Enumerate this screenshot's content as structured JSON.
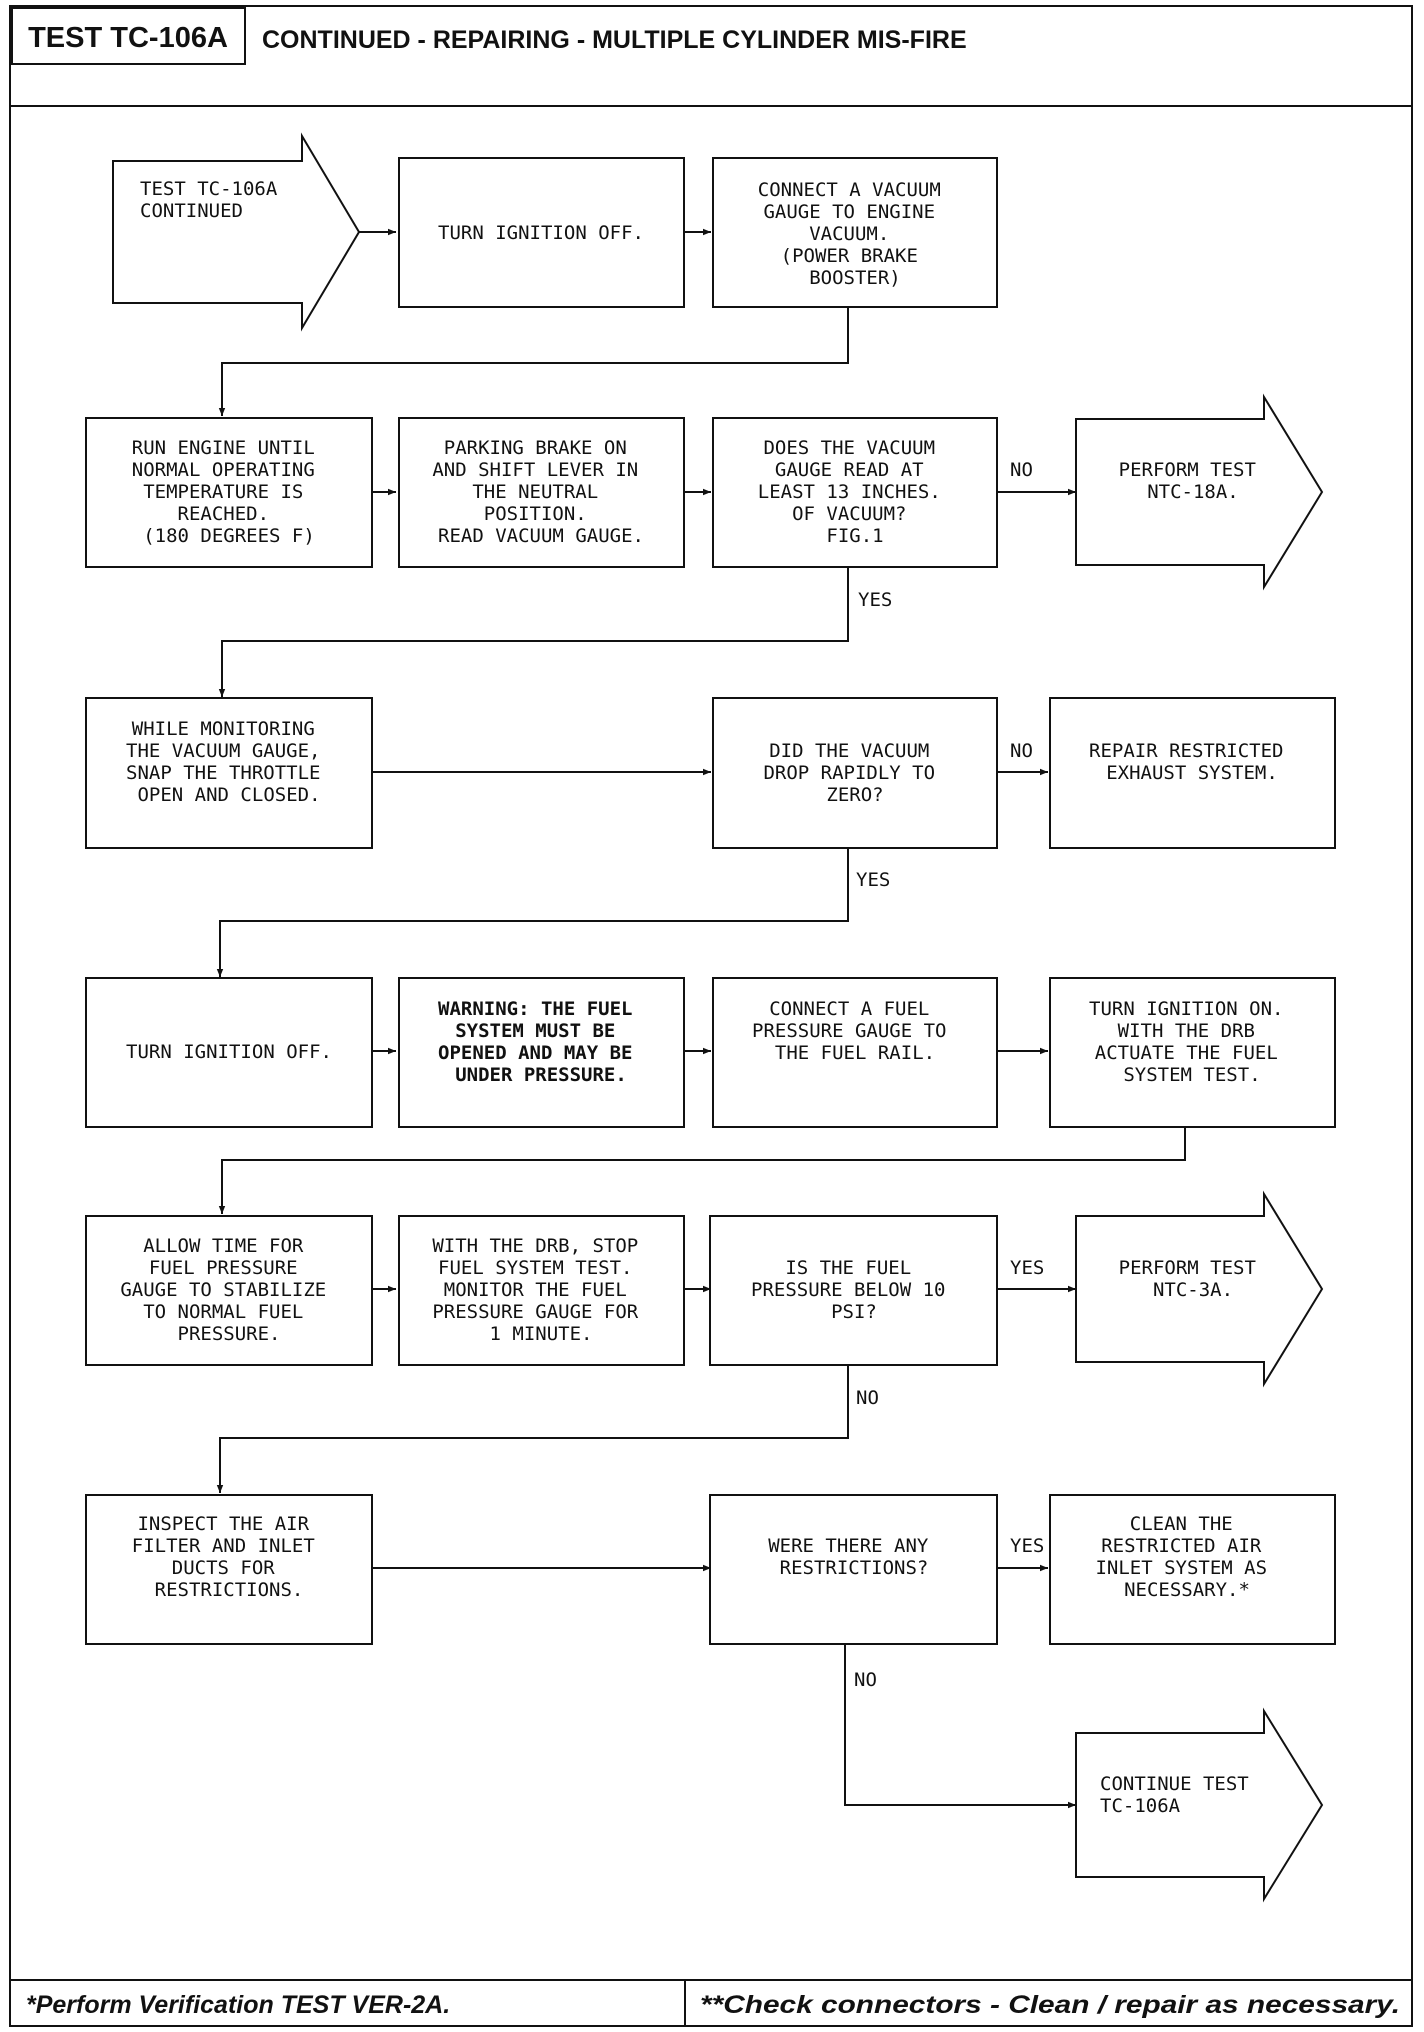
{
  "header": {
    "code": "TEST TC-106A",
    "title": "CONTINUED - REPAIRING - MULTIPLE CYLINDER MIS-FIRE"
  },
  "nodes": {
    "start": [
      "TEST TC-106A",
      "CONTINUED"
    ],
    "turn_off_1": [
      "TURN IGNITION OFF."
    ],
    "connect_vacuum": [
      "CONNECT A VACUUM",
      "GAUGE TO ENGINE",
      "VACUUM.",
      "(POWER BRAKE",
      "BOOSTER)"
    ],
    "run_engine": [
      "RUN ENGINE UNTIL",
      "NORMAL OPERATING",
      "TEMPERATURE IS",
      "REACHED.",
      "(180 DEGREES F)"
    ],
    "parking_brake": [
      "PARKING BRAKE ON",
      "AND SHIFT LEVER IN",
      "THE NEUTRAL",
      "POSITION.",
      "READ VACUUM GAUGE."
    ],
    "vacuum_13": [
      "DOES THE VACUUM",
      "GAUGE READ AT",
      "LEAST 13 INCHES.",
      "OF VACUUM?",
      "FIG.1"
    ],
    "perform_ntc18a": [
      "PERFORM TEST",
      "NTC-18A."
    ],
    "snap_throttle": [
      "WHILE MONITORING",
      "THE VACUUM GAUGE,",
      "SNAP THE THROTTLE",
      "OPEN AND CLOSED."
    ],
    "vacuum_drop": [
      "DID THE VACUUM",
      "DROP RAPIDLY TO",
      "ZERO?"
    ],
    "repair_exhaust": [
      "REPAIR RESTRICTED",
      "EXHAUST SYSTEM."
    ],
    "turn_off_2": [
      "TURN IGNITION OFF."
    ],
    "warning": [
      "WARNING: THE FUEL",
      "SYSTEM MUST BE",
      "OPENED AND MAY BE",
      "UNDER PRESSURE."
    ],
    "connect_fuel": [
      "CONNECT A FUEL",
      "PRESSURE GAUGE TO",
      "THE FUEL RAIL."
    ],
    "turn_on": [
      "TURN IGNITION ON.",
      "WITH THE DRB",
      "ACTUATE THE FUEL",
      "SYSTEM TEST."
    ],
    "allow_time": [
      "ALLOW TIME FOR",
      "FUEL PRESSURE",
      "GAUGE TO STABILIZE",
      "TO NORMAL FUEL",
      "PRESSURE."
    ],
    "stop_test": [
      "WITH THE DRB, STOP",
      "FUEL SYSTEM TEST.",
      "MONITOR THE FUEL",
      "PRESSURE GAUGE FOR",
      "1 MINUTE."
    ],
    "fuel_below": [
      "IS THE FUEL",
      "PRESSURE BELOW 10",
      "PSI?"
    ],
    "perform_ntc3a": [
      "PERFORM TEST",
      "NTC-3A."
    ],
    "inspect_air": [
      "INSPECT THE AIR",
      "FILTER AND INLET",
      "DUCTS FOR",
      "RESTRICTIONS."
    ],
    "restrictions": [
      "WERE THERE ANY",
      "RESTRICTIONS?"
    ],
    "clean_inlet": [
      "CLEAN THE",
      "RESTRICTED AIR",
      "INLET SYSTEM AS",
      "NECESSARY.*"
    ],
    "continue": [
      "CONTINUE TEST",
      "TC-106A"
    ]
  },
  "labels": {
    "no_1": "NO",
    "yes_1": "YES",
    "no_2": "NO",
    "yes_2": "YES",
    "yes_3": "YES",
    "no_3": "NO",
    "yes_4": "YES",
    "no_4": "NO"
  },
  "footer": {
    "left": "*Perform Verification TEST VER-2A.",
    "right": "**Check connectors - Clean / repair as necessary."
  }
}
